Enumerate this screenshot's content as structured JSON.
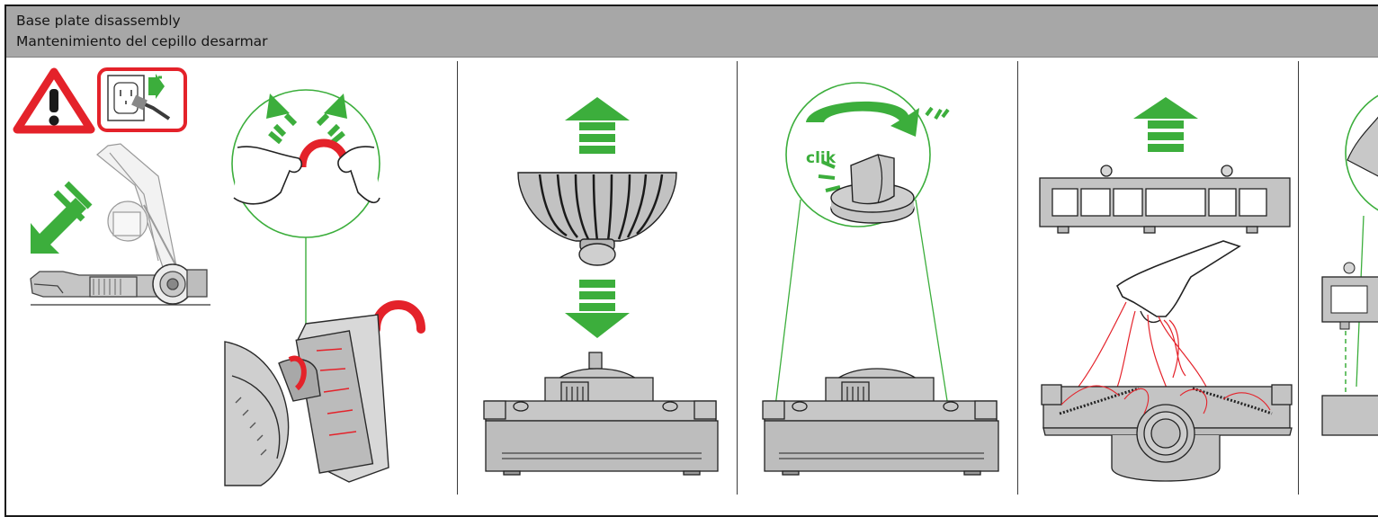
{
  "header": {
    "title_en": "Base plate disassembly",
    "title_es": "Mantenimiento del cepillo desarmar",
    "right_title_en": "B",
    "right_title_es": "M"
  },
  "step3": {
    "sound_label": "clik"
  },
  "colors": {
    "header_bg": "#a7a7a7",
    "accent_green": "#3cae3c",
    "warning_red": "#e4222a",
    "part_grey": "#b9b9b9",
    "line_dark": "#3a3a3a"
  },
  "icons": [
    "warning-triangle-icon",
    "unplug-icon",
    "arrow-up-icon",
    "arrow-down-icon",
    "rotate-arrow-icon"
  ]
}
